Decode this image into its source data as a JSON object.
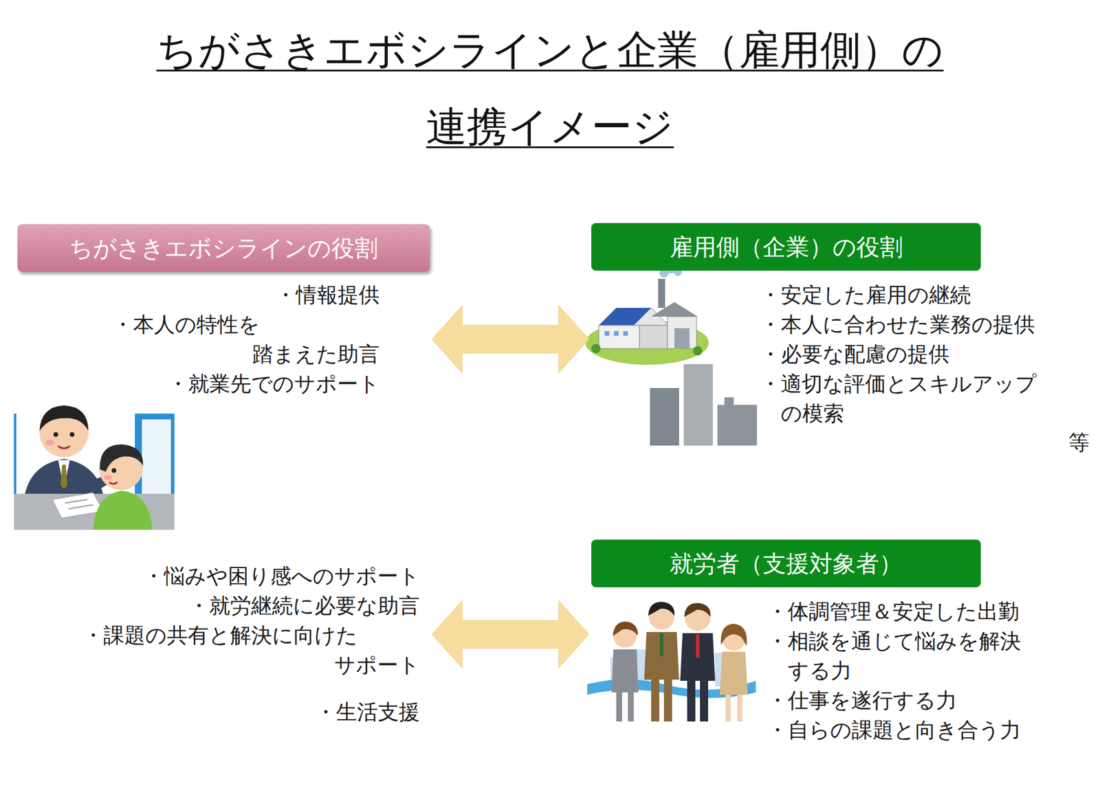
{
  "diagram": {
    "title": "ちがさきエボシラインと企業（雇用側）の 連携イメージ",
    "nodes": [
      {
        "text": [
          "ちがさきエボシラインの役割",
          "・情報提供",
          "・本人の特性を 踏まえた助言",
          "・就業先でのサポート",
          "・悩みや困り感へのサポート",
          "・就労継続に必要な助言",
          "・課題の共有と解決に向けた サポート",
          "・生活支援"
        ]
      },
      {
        "text": [
          "雇用側（企業）の役割",
          "・安定した雇用の継続",
          "・本人に合わせた業務の提供",
          "・必要な配慮の提供",
          "・適切な評価とスキルアップ の模索"
        ]
      },
      {
        "text": [
          "就労者（支援対象者）",
          "・体調管理＆安定した出勤",
          "・相談を通じて悩みを解決 する力",
          "・仕事を遂行する力",
          "・自らの課題と向き合う力"
        ]
      }
    ],
    "edges": [
      {
        "from": 0,
        "to": 1,
        "arrow": "both"
      },
      {
        "from": 0,
        "to": 2,
        "arrow": "both"
      }
    ],
    "labels": [
      "等"
    ]
  }
}
